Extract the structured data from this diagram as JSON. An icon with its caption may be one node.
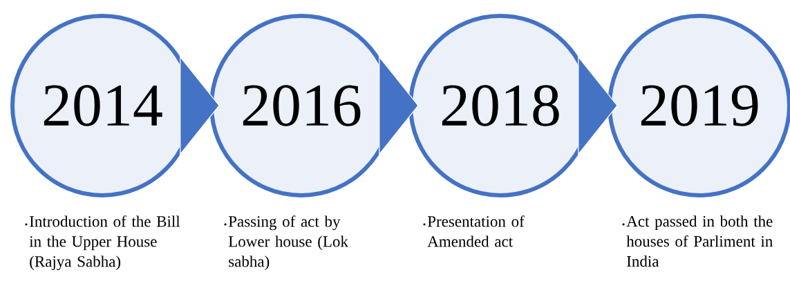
{
  "diagram": {
    "nodes": [
      {
        "text": [
          "2014"
        ],
        "beside": [
          "Introduction of the Bill in the Upper House (Rajya Sabha)"
        ]
      },
      {
        "text": [
          "2016"
        ],
        "beside": [
          "Passing of act by Lower house (Lok sabha)"
        ]
      },
      {
        "text": [
          "2018"
        ],
        "beside": [
          "Presentation of Amended act"
        ]
      },
      {
        "text": [
          "2019"
        ],
        "beside": [
          "Act passed in both the houses of Parliment in India"
        ]
      }
    ],
    "edges": [
      {
        "from": 0,
        "to": 1,
        "arrow": "to"
      },
      {
        "from": 1,
        "to": 2,
        "arrow": "to"
      },
      {
        "from": 2,
        "to": 3,
        "arrow": "to"
      }
    ]
  }
}
